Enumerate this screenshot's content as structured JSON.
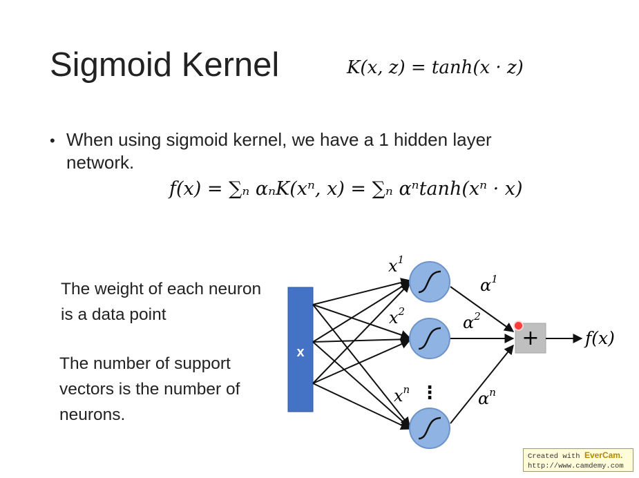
{
  "slide": {
    "title": "Sigmoid Kernel",
    "kernel_formula": "K(x, z) = tanh(x · z)",
    "bullet": "When using sigmoid kernel, we have a 1 hidden layer network.",
    "big_formula": "f(x) = ∑ₙ αₙK(xⁿ, x) = ∑ₙ αⁿtanh(xⁿ · x)",
    "note_1": "The weight of each neuron is a data point",
    "note_2": "The number of support vectors is the number of neurons."
  },
  "diagram": {
    "input_label": "x",
    "neuron_labels": [
      "x",
      "x",
      "x"
    ],
    "neuron_superscripts": [
      "1",
      "2",
      "n"
    ],
    "weight_labels": [
      "α",
      "α",
      "α"
    ],
    "weight_superscripts": [
      "1",
      "2",
      "n"
    ],
    "sum_symbol": "+",
    "output_label": "f(x)",
    "ellipsis": "⋮",
    "colors": {
      "input_bar": "#4472c4",
      "neuron_fill": "#8fb4e3",
      "neuron_stroke": "#6d93c8",
      "sum_box": "#bfbfbf"
    }
  },
  "watermark": {
    "prefix": "Created with",
    "brand": "EverCam.",
    "url": "http://www.camdemy.com"
  }
}
